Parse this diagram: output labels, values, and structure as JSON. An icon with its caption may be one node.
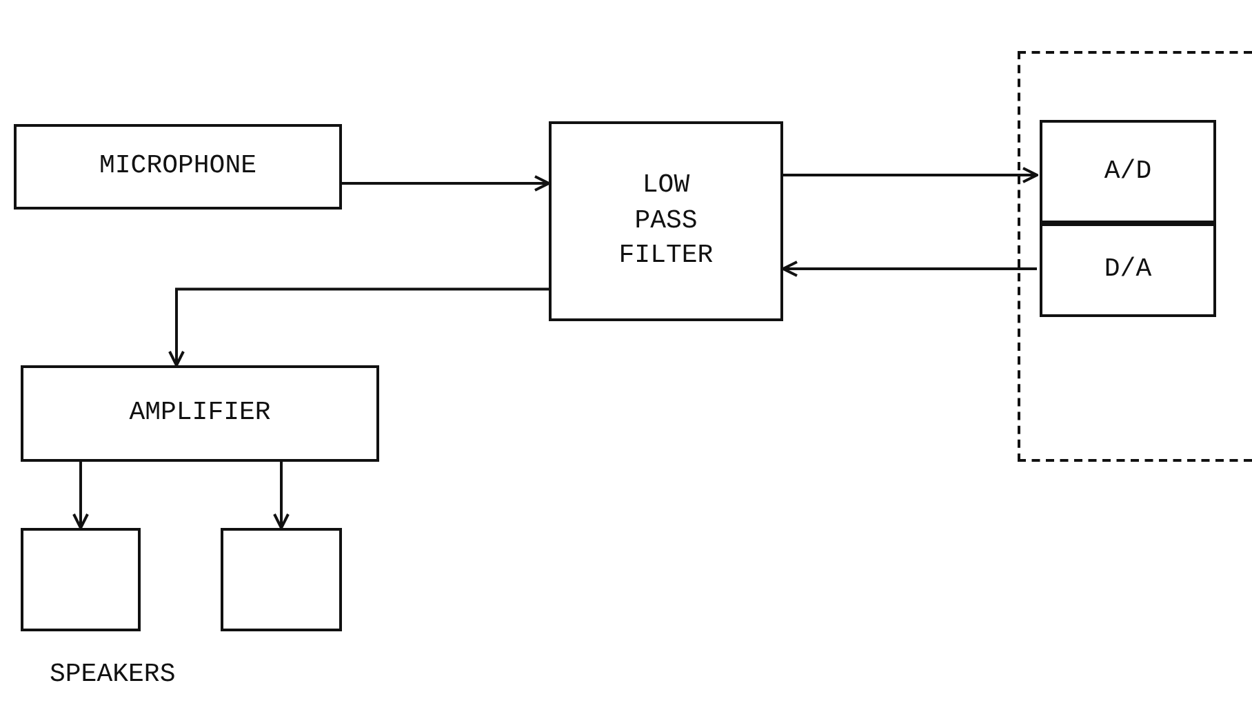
{
  "diagram": {
    "nodes": [
      {
        "text": [
          "MICROPHONE"
        ]
      },
      {
        "text": [
          "LOW PASS FILTER"
        ]
      },
      {
        "text": [],
        "shape": "box"
      },
      {
        "text": [
          "A/D"
        ],
        "in": 2
      },
      {
        "text": [
          "D/A"
        ],
        "in": 2
      },
      {
        "text": [
          "AMPLIFIER"
        ]
      },
      {
        "text": [],
        "shape": "box"
      },
      {
        "text": [],
        "shape": "box"
      }
    ],
    "edges": [
      {
        "from": 0,
        "to": 1,
        "arrow": "to"
      },
      {
        "from": 1,
        "to": 3,
        "arrow": "to"
      },
      {
        "from": 4,
        "to": 1,
        "arrow": "to"
      },
      {
        "from": 1,
        "to": 5,
        "arrow": "to"
      },
      {
        "from": 5,
        "to": 6,
        "arrow": "to"
      },
      {
        "from": 5,
        "to": 7,
        "arrow": "to"
      }
    ],
    "labels": [
      "SPEAKERS"
    ]
  }
}
